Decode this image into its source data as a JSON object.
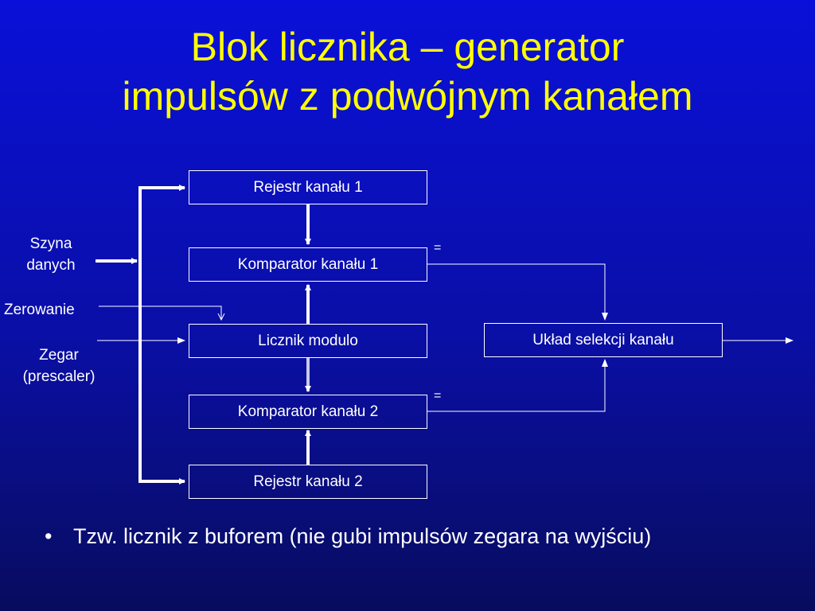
{
  "slide": {
    "title_line1": "Blok licznika – generator",
    "title_line2": "impulsów z podwójnym kanałem",
    "title_color": "#ffff00",
    "background_color": "#0a0fa6"
  },
  "diagram": {
    "blocks": {
      "register1": "Rejestr kanału 1",
      "comparator1": "Komparator kanału 1",
      "counter": "Licznik modulo",
      "comparator2": "Komparator kanału 2",
      "register2": "Rejestr kanału 2",
      "selector": "Układ selekcji kanału"
    },
    "inputs": {
      "data_bus_line1": "Szyna",
      "data_bus_line2": "danych",
      "reset": "Zerowanie",
      "clock_line1": "Zegar",
      "clock_line2": "(prescaler)"
    },
    "equal_mark_1": "=",
    "equal_mark_2": "="
  },
  "bullets": [
    {
      "marker": "•",
      "text": "Tzw. licznik z buforem (nie gubi impulsów zegara na wyjściu)"
    }
  ]
}
